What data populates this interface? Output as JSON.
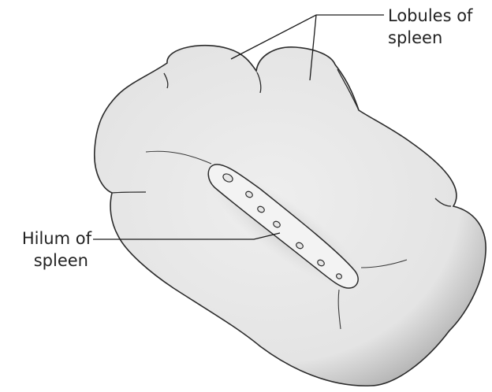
{
  "labels": {
    "lobules": {
      "line1": "Lobules of",
      "line2": "spleen"
    },
    "hilum": {
      "line1": "Hilum of",
      "line2": "spleen"
    }
  },
  "colors": {
    "organ_fill_center": "#ececec",
    "organ_fill_edge": "#b9b9b9",
    "outline": "#2a2a2a",
    "hilum_fill": "#f4f4f4",
    "background": "#ffffff"
  }
}
